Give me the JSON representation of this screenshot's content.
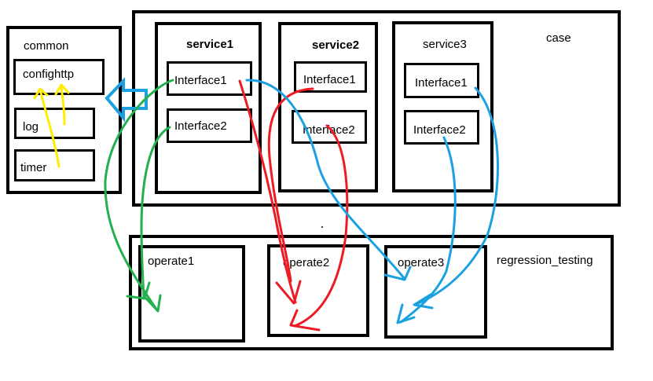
{
  "common": {
    "title": "common",
    "items": [
      "confighttp",
      "log",
      "timer"
    ]
  },
  "case": {
    "title": "case",
    "services": [
      {
        "title": "service1",
        "interfaces": [
          "Interface1",
          "Interface2"
        ]
      },
      {
        "title": "service2",
        "interfaces": [
          "Interface1",
          "Interface2"
        ]
      },
      {
        "title": "service3",
        "interfaces": [
          "Interface1",
          "Interface2"
        ]
      }
    ]
  },
  "regression": {
    "title": "regression_testing",
    "operates": [
      "operate1",
      "operate2",
      "operate3"
    ]
  },
  "colors": {
    "green": "#22b14c",
    "red": "#ed1c24",
    "blue": "#1ba1e2",
    "yellow": "#ffee00",
    "outline": "#000000"
  }
}
